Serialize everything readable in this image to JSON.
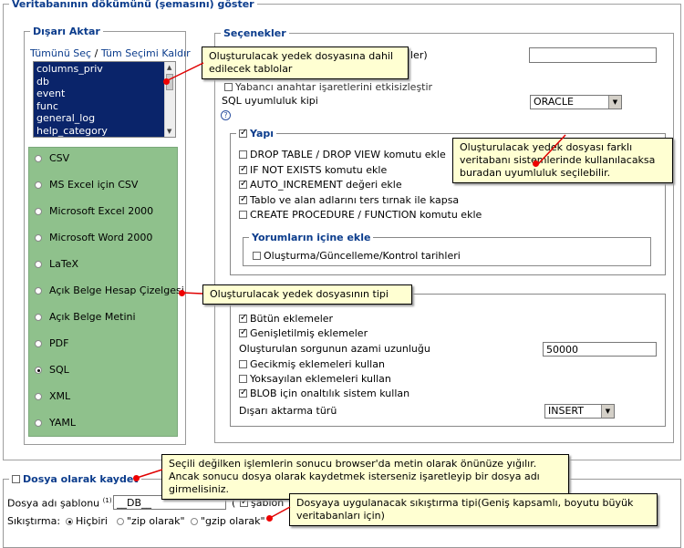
{
  "outer_legend": "Veritabanının dökümünü (şemasını) göster",
  "export": {
    "legend": "Dışarı Aktar",
    "select_all": "Tümünü Seç",
    "separator": " / ",
    "deselect_all": "Tüm Seçimi Kaldır",
    "tables": [
      "columns_priv",
      "db",
      "event",
      "func",
      "general_log",
      "help_category"
    ],
    "formats": [
      "CSV",
      "MS Excel için CSV",
      "Microsoft Excel 2000",
      "Microsoft Word 2000",
      "LaTeX",
      "Açık Belge Hesap Çizelgesi",
      "Açık Belge Metini",
      "PDF",
      "SQL",
      "XML",
      "YAML"
    ],
    "selected_format": "SQL"
  },
  "options": {
    "legend": "Seçenekler",
    "partial_top_text": "ler)",
    "fk_checks": "Yabancı anahtar işaretlerini etkisizleştir",
    "compat_label": "SQL uyumluluk kipi",
    "compat_value": "ORACLE",
    "help_icon": "?",
    "structure": {
      "legend": "Yapı",
      "checked": true,
      "items": [
        {
          "label": "DROP TABLE / DROP VIEW komutu ekle",
          "checked": false
        },
        {
          "label": "IF NOT EXISTS komutu ekle",
          "checked": true
        },
        {
          "label": "AUTO_INCREMENT değeri ekle",
          "checked": true
        },
        {
          "label": "Tablo ve alan adlarını ters tırnak ile kapsa",
          "checked": true
        },
        {
          "label": "CREATE PROCEDURE / FUNCTION komutu ekle",
          "checked": false
        }
      ],
      "comments_legend": "Yorumların içine ekle",
      "comments_item": "Oluşturma/Güncelleme/Kontrol tarihleri"
    },
    "data": {
      "items": [
        {
          "label": "Bütün eklemeler",
          "checked": true
        },
        {
          "label": "Genişletilmiş eklemeler",
          "checked": true
        }
      ],
      "max_query_label": "Oluşturulan sorgunun azami uzunluğu",
      "max_query_value": "50000",
      "items2": [
        {
          "label": "Gecikmiş eklemeleri kullan",
          "checked": false
        },
        {
          "label": "Yoksayılan eklemeleri kullan",
          "checked": false
        },
        {
          "label": "BLOB için onaltılık sistem kullan",
          "checked": true
        }
      ],
      "export_type_label": "Dışarı aktarma türü",
      "export_type_value": "INSERT"
    }
  },
  "save": {
    "legend": "Dosya olarak kaydet",
    "template_label": "Dosya adı şablonu",
    "template_sup": "(1)",
    "template_value": "__DB__",
    "template_paren": "(",
    "template_remember": "şablon",
    "compression_label": "Sıkıştırma:",
    "compression_options": [
      "Hiçbiri",
      "\"zip olarak\"",
      "\"gzip olarak\""
    ],
    "compression_selected": "Hiçbiri"
  },
  "tooltips": {
    "tables": [
      "Oluşturulacak yedek dosyasına dahil",
      "edilecek tablolar"
    ],
    "compat": [
      "Oluşturulacak yedek dosyası farklı",
      "veritabanı sistemlerinde kullanılacaksa",
      "buradan uyumluluk seçilebilir."
    ],
    "type": "Oluşturulacak yedek dosyasının tipi",
    "save": [
      "Seçili değilken işlemlerin sonucu browser'da metin olarak önünüze yığılır.",
      "Ancak sonucu dosya olarak kaydetmek isterseniz işaretleyip bir dosya adı",
      "girmelisiniz."
    ],
    "compression": [
      "Dosyaya uygulanacak sıkıştırma tipi(Geniş kapsamlı, boyutu büyük",
      "veritabanları için)"
    ]
  },
  "colors": {
    "accent": "#0b3c8c",
    "list_bg": "#0a246a",
    "format_bg": "#8fc18c",
    "tooltip_bg": "#ffffd2",
    "pointer": "#e00000"
  }
}
